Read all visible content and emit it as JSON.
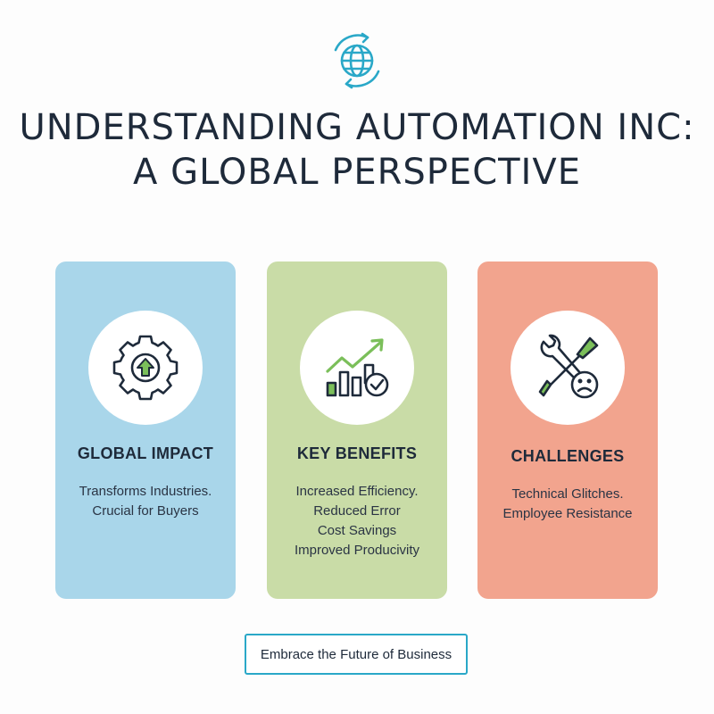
{
  "header": {
    "icon": "globe-refresh-icon",
    "title_line1": "UNDERSTANDING AUTOMATION INC:",
    "title_line2": "A GLOBAL PERSPECTIVE"
  },
  "cards": [
    {
      "icon": "gear-upload-icon",
      "color": "#a9d6ea",
      "title": "GLOBAL IMPACT",
      "lines": [
        "Transforms Industries.",
        "Crucial for Buyers"
      ]
    },
    {
      "icon": "growth-chart-check-icon",
      "color": "#c9dca7",
      "title": "KEY BENEFITS",
      "lines": [
        "Increased Efficiency.",
        "Reduced Error",
        "Cost Savings",
        "Improved Producivity"
      ]
    },
    {
      "icon": "tools-sad-face-icon",
      "color": "#f2a48e",
      "title": "CHALLENGES",
      "lines": [
        "Technical Glitches.",
        "Employee Resistance"
      ]
    }
  ],
  "cta": {
    "label": "Embrace the Future of Business",
    "border_color": "#2aa8c8"
  },
  "colors": {
    "text": "#1e2a3a",
    "icon_navy": "#1e2a3a",
    "icon_green": "#7bbf5a",
    "icon_blue": "#2aa8c8"
  }
}
